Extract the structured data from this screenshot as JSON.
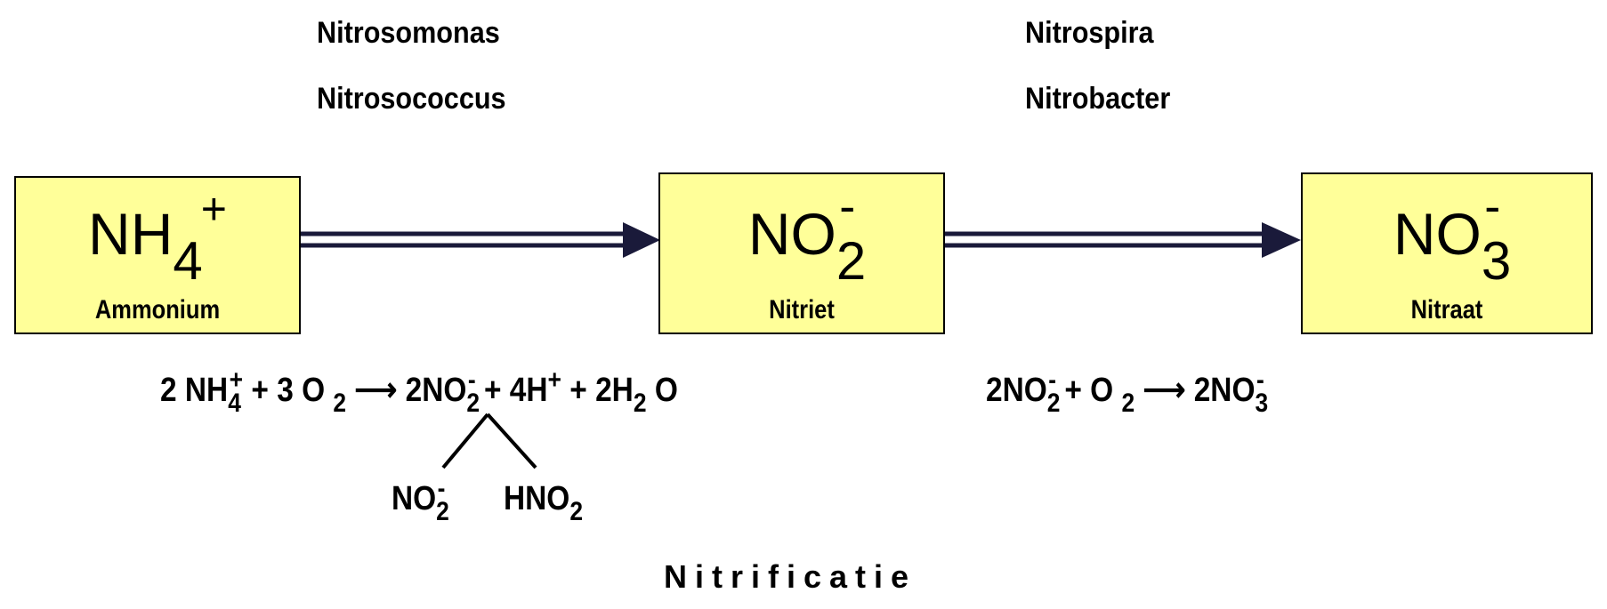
{
  "bacteria_step1": [
    "Nitrosomonas",
    "Nitrosococcus"
  ],
  "bacteria_step2": [
    "Nitrospira",
    "Nitrobacter"
  ],
  "boxes": [
    {
      "formula": "NH",
      "subscript": "4",
      "superscript": "+",
      "name": "Ammonium"
    },
    {
      "formula": "NO",
      "subscript": "2",
      "superscript": "-",
      "name": "Nitriet"
    },
    {
      "formula": "NO",
      "subscript": "3",
      "superscript": "-",
      "name": "Nitraat"
    }
  ],
  "equation1": {
    "t1": "2 NH",
    "sub1": "4",
    "sup1": "+",
    "t2": "+ 3 O",
    "sub2": "2",
    "arrow": "⟶",
    "t3": "2NO",
    "sub3": "2",
    "sup3": "-",
    "t4": "+ 4H",
    "sup4": "+",
    "t5": "+ 2H",
    "sub5": "2",
    "t6": "O"
  },
  "split_products": {
    "left": {
      "t": "NO",
      "sub": "2",
      "sup": "-"
    },
    "right": {
      "t": "HNO",
      "sub": "2"
    }
  },
  "equation2": {
    "t1": "2NO",
    "sub1": "2",
    "sup1": "-",
    "t2": "+ O",
    "sub2": "2",
    "arrow": "⟶",
    "t3": "2NO",
    "sub3": "3",
    "sup3": "-"
  },
  "title": "Nitrificatie",
  "colors": {
    "box_fill": "#ffff99",
    "line": "#1a1a3a"
  }
}
